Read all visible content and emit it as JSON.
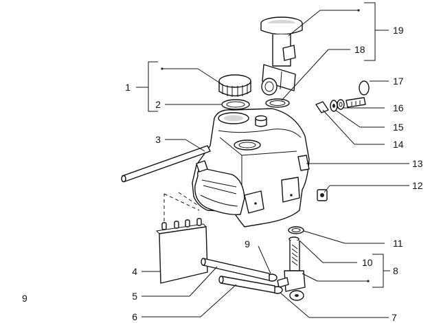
{
  "page_number": "9",
  "callouts": {
    "c1": "1",
    "c2": "2",
    "c3": "3",
    "c4": "4",
    "c5": "5",
    "c6": "6",
    "c7": "7",
    "c8": "8",
    "c9": "9",
    "c10": "10",
    "c11": "11",
    "c12": "12",
    "c13": "13",
    "c14": "14",
    "c15": "15",
    "c16": "16",
    "c17": "17",
    "c18": "18",
    "c19": "19"
  }
}
